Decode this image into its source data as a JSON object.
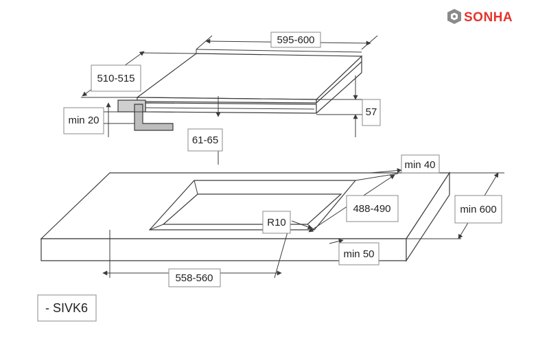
{
  "brand": {
    "name": "SONHA",
    "color": "#e5322d",
    "icon": "sonha-logo-icon"
  },
  "model": {
    "label": "- SIVK6"
  },
  "dimensions": {
    "hob_width": "595-600",
    "hob_depth": "510-515",
    "hob_height": "57",
    "min_clearance_below": "min 20",
    "worktop_thickness": "61-65",
    "back_clearance": "min 40",
    "cutout_depth": "488-490",
    "worktop_depth": "min 600",
    "corner_radius": "R10",
    "front_clearance": "min 50",
    "cutout_width": "558-560"
  }
}
